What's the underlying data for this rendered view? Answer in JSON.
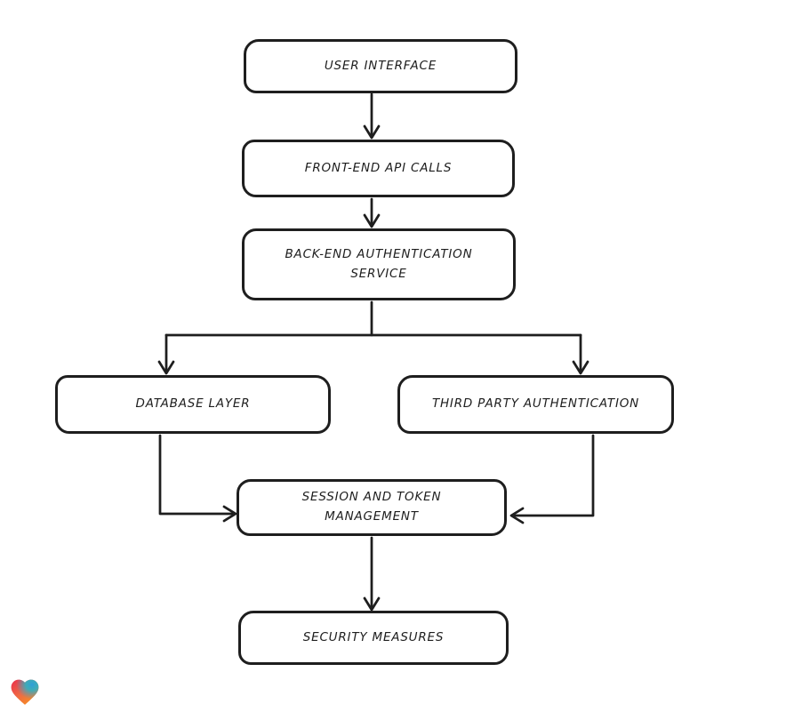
{
  "diagram": {
    "type": "flowchart",
    "background_color": "#ffffff",
    "stroke_color": "#1e1e1e",
    "node_fill_color": "#ffffff",
    "nodes": [
      {
        "id": "user-interface",
        "label": "USER INTERFACE"
      },
      {
        "id": "front-end-api-calls",
        "label": "FRONT-END API CALLS"
      },
      {
        "id": "back-end-auth-service",
        "label": "BACK-END AUTHENTICATION SERVICE"
      },
      {
        "id": "database-layer",
        "label": "DATABASE LAYER"
      },
      {
        "id": "third-party-auth",
        "label": "THIRD PARTY AUTHENTICATION"
      },
      {
        "id": "session-token-management",
        "label": "SESSION AND TOKEN MANAGEMENT"
      },
      {
        "id": "security-measures",
        "label": "SECURITY MEASURES"
      }
    ],
    "edges": [
      {
        "from": "user-interface",
        "to": "front-end-api-calls"
      },
      {
        "from": "front-end-api-calls",
        "to": "back-end-auth-service"
      },
      {
        "from": "back-end-auth-service",
        "to": "database-layer"
      },
      {
        "from": "back-end-auth-service",
        "to": "third-party-auth"
      },
      {
        "from": "database-layer",
        "to": "session-token-management"
      },
      {
        "from": "third-party-auth",
        "to": "session-token-management"
      },
      {
        "from": "session-token-management",
        "to": "security-measures"
      }
    ]
  },
  "footer": {
    "logo_icon": "gradient-heart-logo",
    "logo_colors": {
      "red": "#ea2e4d",
      "blue": "#2f9fd8",
      "teal": "#2ab3c4",
      "orange": "#f7941d"
    }
  }
}
